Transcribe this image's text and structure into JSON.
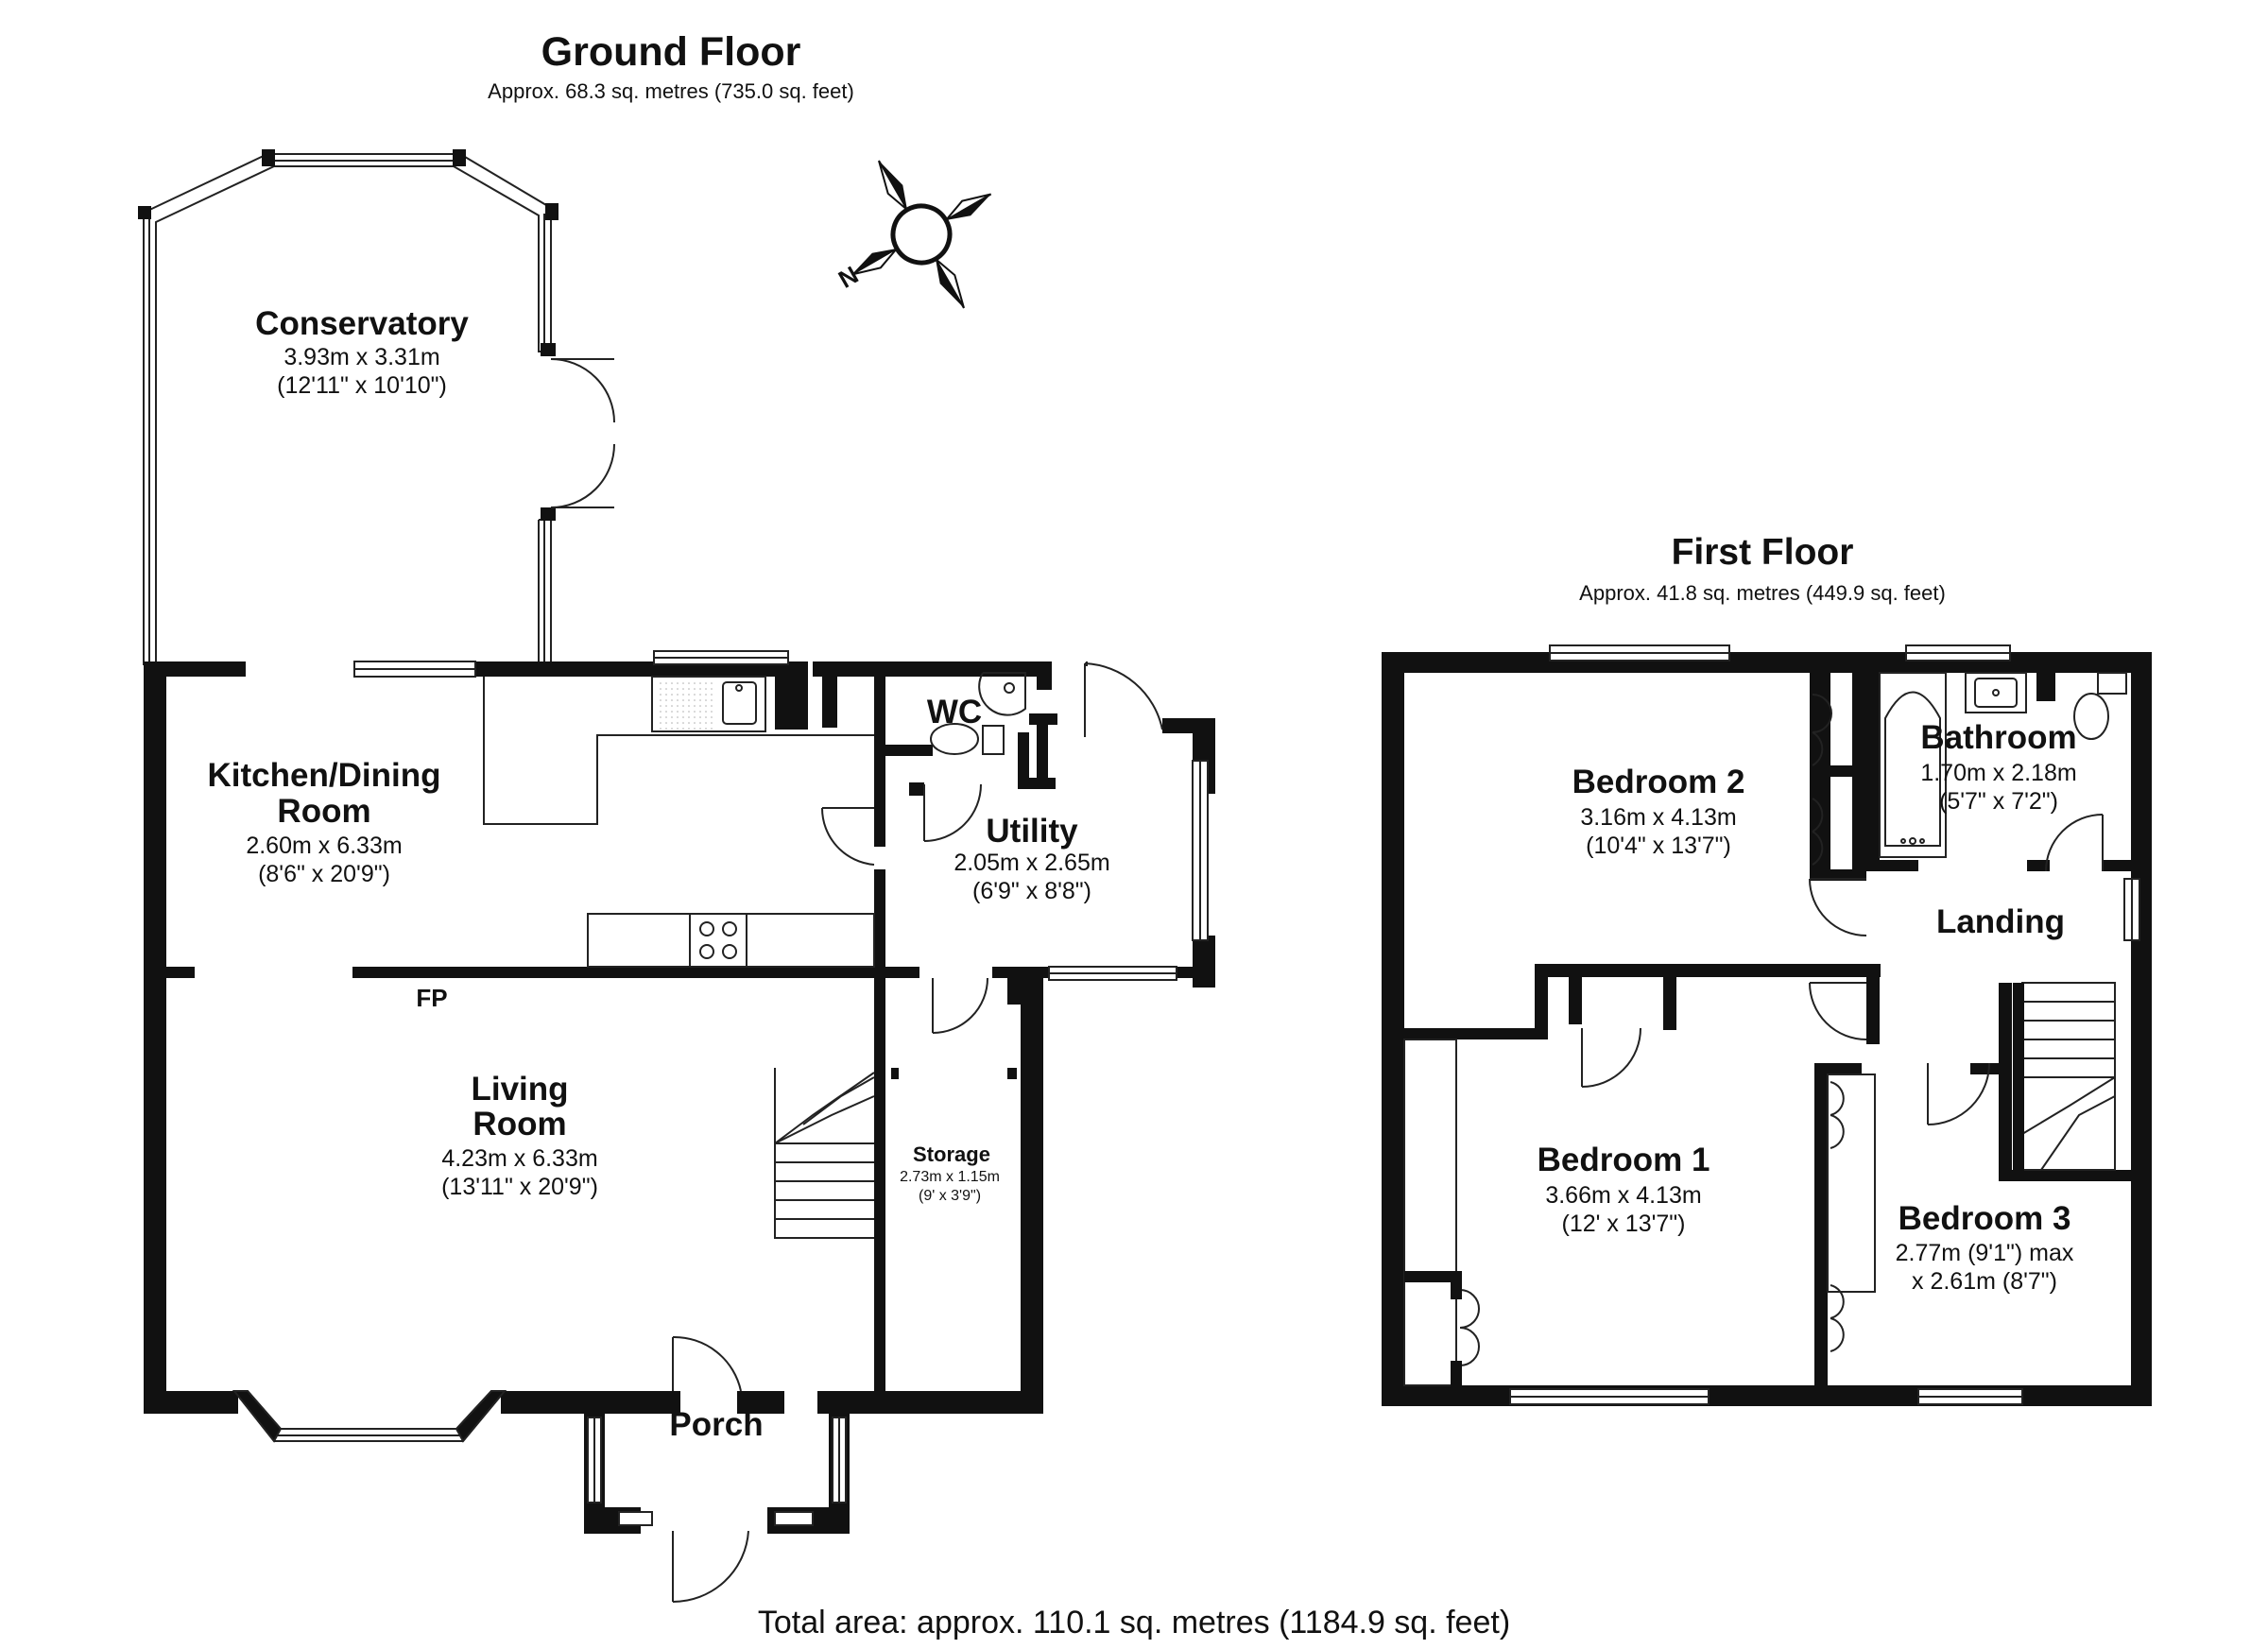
{
  "ground_floor": {
    "title": "Ground Floor",
    "area": "Approx. 68.3 sq. metres (735.0 sq. feet)",
    "rooms": {
      "conservatory": {
        "name": "Conservatory",
        "metric": "3.93m x 3.31m",
        "imperial": "(12'11\" x 10'10\")"
      },
      "kitchen": {
        "name1": "Kitchen/Dining",
        "name2": "Room",
        "metric": "2.60m x 6.33m",
        "imperial": "(8'6\" x 20'9\")"
      },
      "wc": {
        "name": "WC"
      },
      "utility": {
        "name": "Utility",
        "metric": "2.05m x 2.65m",
        "imperial": "(6'9\" x 8'8\")"
      },
      "living": {
        "name1": "Living",
        "name2": "Room",
        "metric": "4.23m x 6.33m",
        "imperial": "(13'11\" x 20'9\")"
      },
      "storage": {
        "name": "Storage",
        "metric": "2.73m x 1.15m",
        "imperial": "(9' x 3'9\")"
      },
      "porch": {
        "name": "Porch"
      }
    },
    "fp_label": "FP"
  },
  "first_floor": {
    "title": "First Floor",
    "area": "Approx. 41.8 sq. metres (449.9 sq. feet)",
    "rooms": {
      "bedroom2": {
        "name": "Bedroom 2",
        "metric": "3.16m x 4.13m",
        "imperial": "(10'4\" x 13'7\")"
      },
      "bathroom": {
        "name": "Bathroom",
        "metric": "1.70m x 2.18m",
        "imperial": "(5'7\" x 7'2\")"
      },
      "landing": {
        "name": "Landing"
      },
      "bedroom1": {
        "name": "Bedroom 1",
        "metric": "3.66m x 4.13m",
        "imperial": "(12' x 13'7\")"
      },
      "bedroom3": {
        "name": "Bedroom 3",
        "line1": "2.77m (9'1\") max",
        "line2": "x 2.61m (8'7\")"
      }
    }
  },
  "compass_label": "N",
  "total_area": "Total area: approx. 110.1 sq. metres (1184.9 sq. feet)"
}
